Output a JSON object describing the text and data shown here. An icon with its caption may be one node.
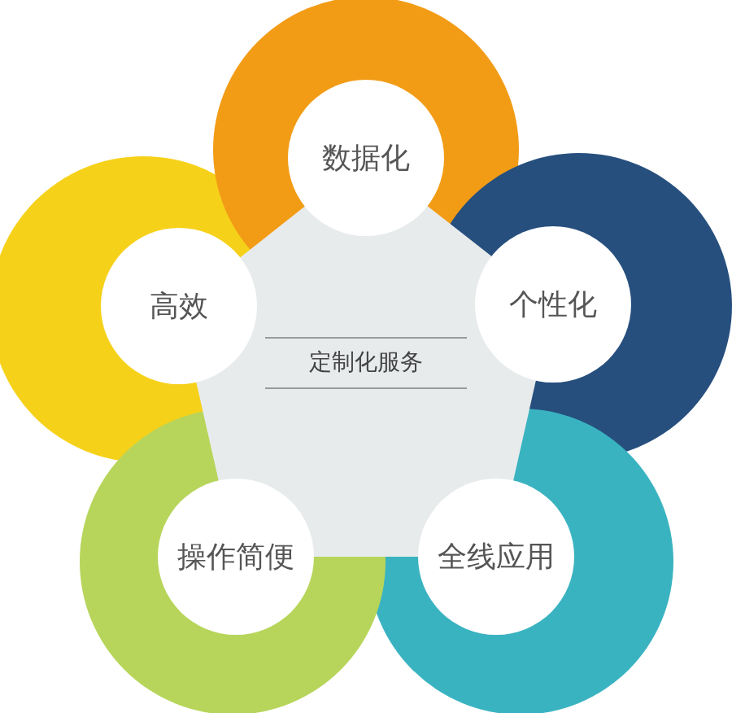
{
  "diagram": {
    "nodes": [
      {
        "text": [
          "定制化服务"
        ]
      },
      {
        "text": [
          "数据化"
        ]
      },
      {
        "text": [
          "个性化"
        ]
      },
      {
        "text": [
          "全线应用"
        ]
      },
      {
        "text": [
          "操作简便"
        ]
      },
      {
        "text": [
          "高效"
        ]
      }
    ]
  }
}
